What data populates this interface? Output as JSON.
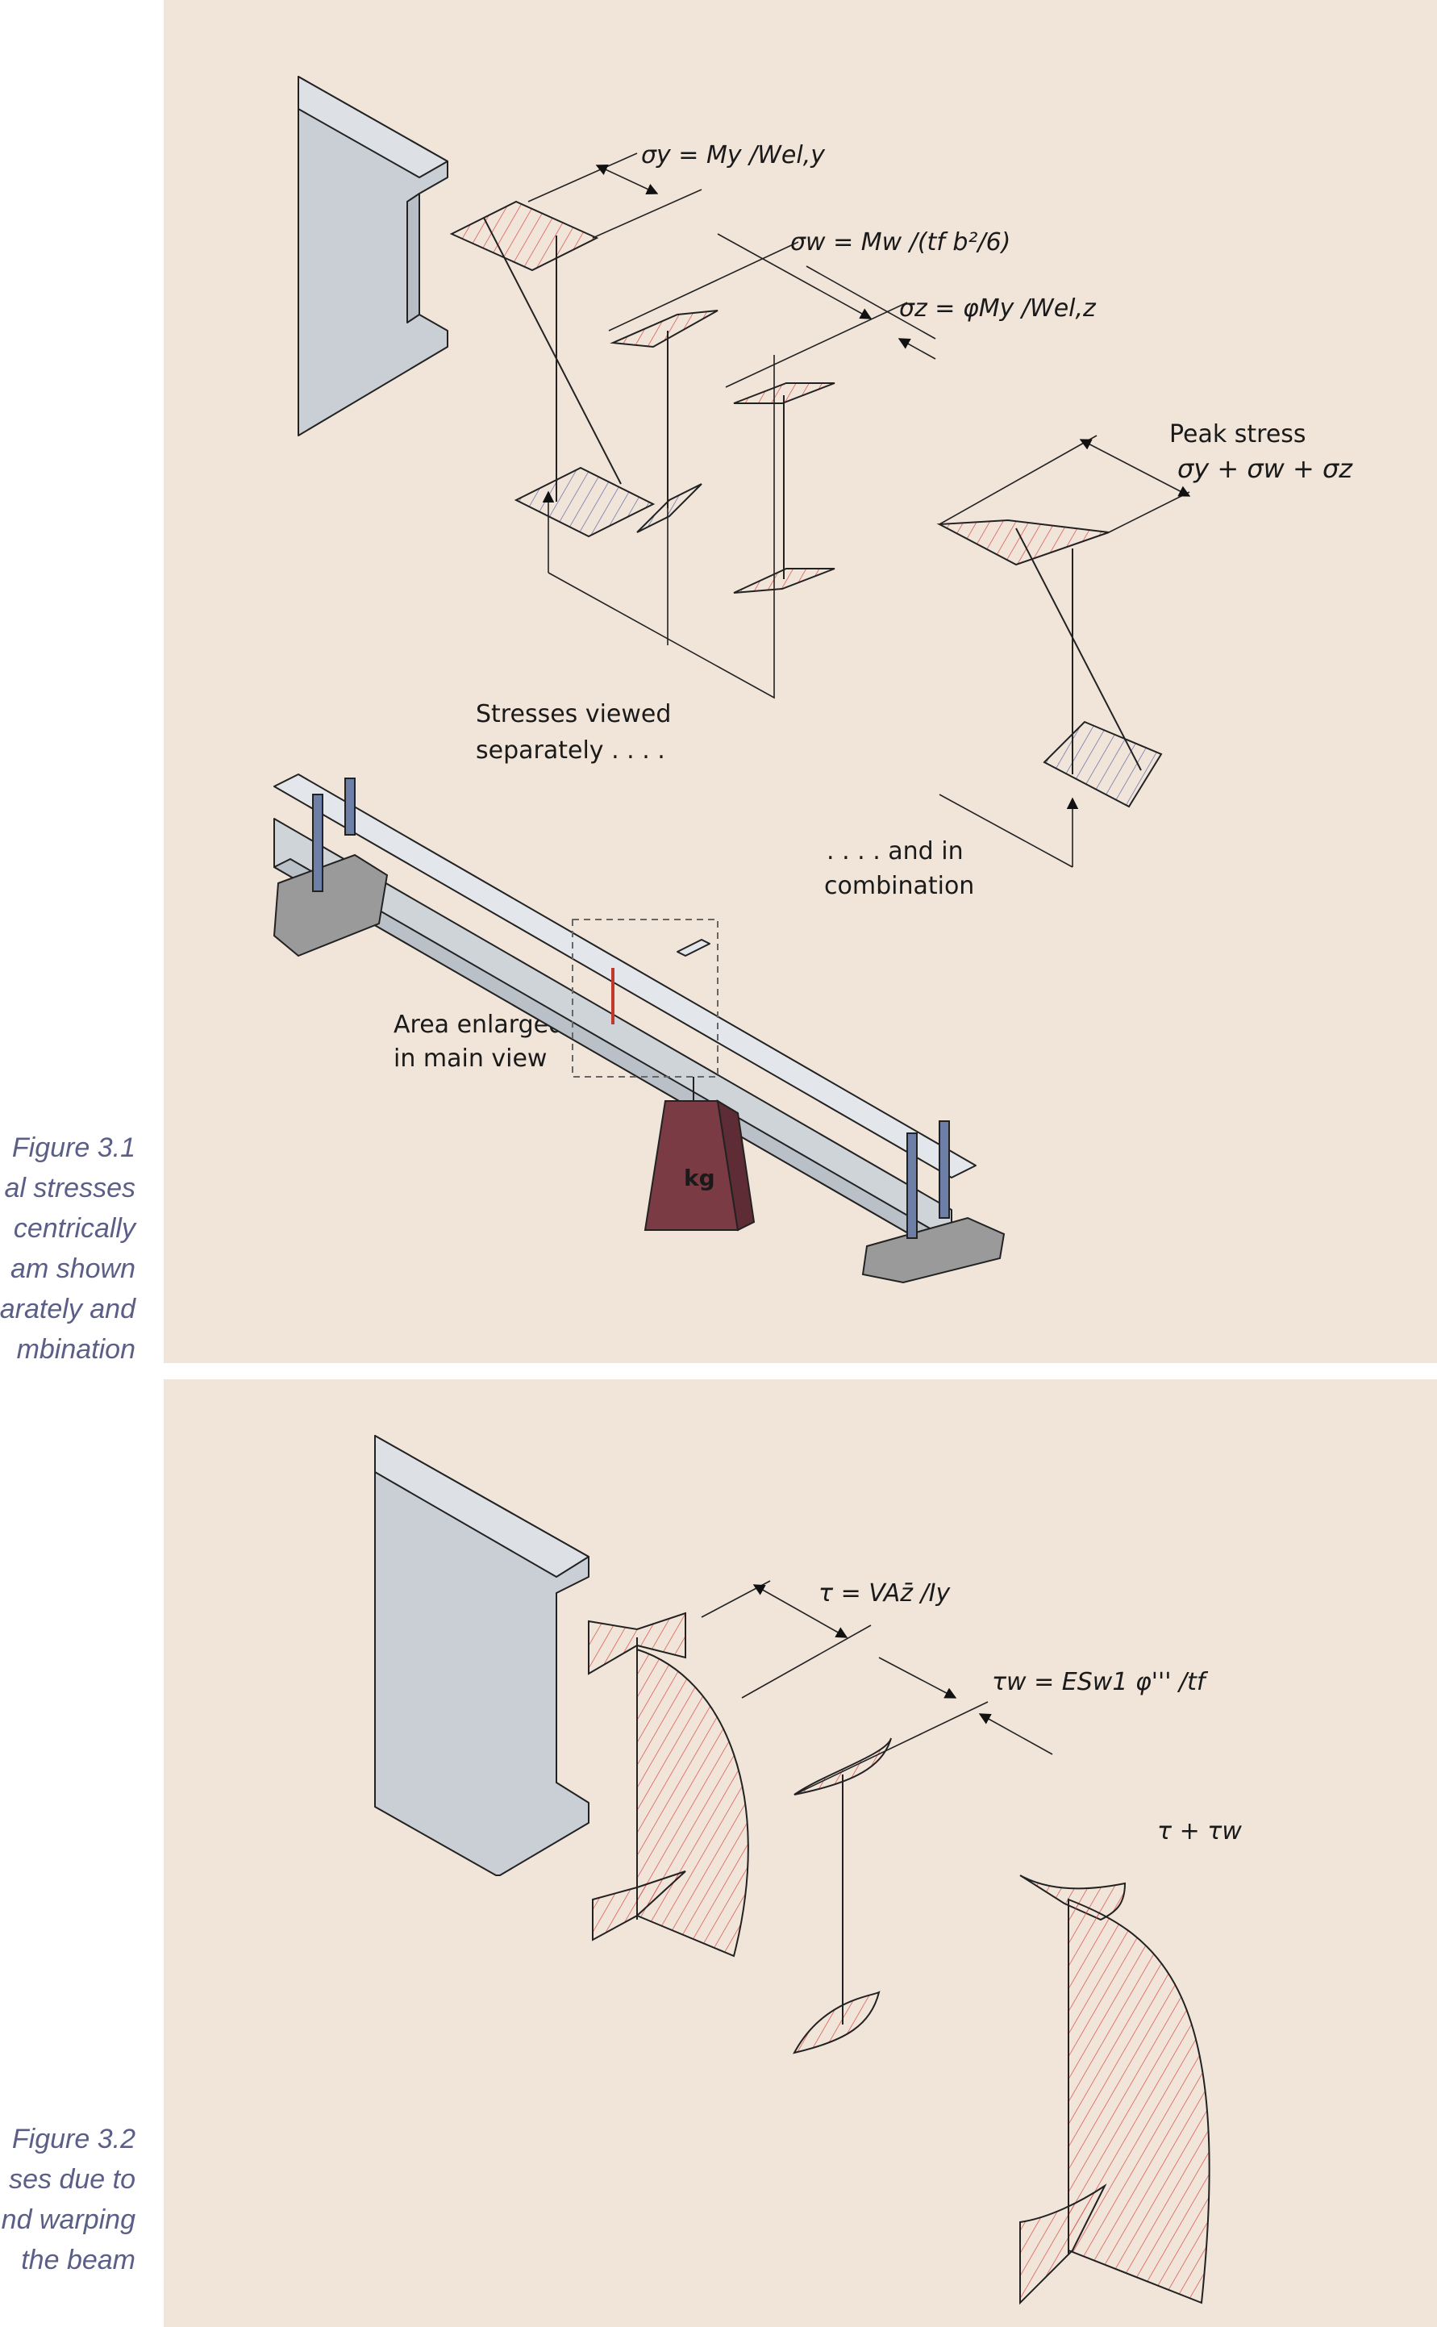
{
  "figure1": {
    "caption_number": "Figure 3.1",
    "caption_lines": [
      "al stresses",
      "centrically",
      "am shown",
      "arately and",
      "mbination"
    ],
    "eq_sigma_y": "σy = My /Wel,y",
    "eq_sigma_w": "σw = Mw /(tf b²/6)",
    "eq_sigma_z": "σz = φMy /Wel,z",
    "peak_label": "Peak stress",
    "peak_eq": "σy + σw + σz",
    "separately_line1": "Stresses viewed",
    "separately_line2": "separately . . . .",
    "combination_line1": ". . . . and in",
    "combination_line2": "combination",
    "area_line1": "Area enlarged",
    "area_line2": "in main view",
    "weight_label": "kg"
  },
  "figure2": {
    "caption_number": "Figure 3.2",
    "caption_lines": [
      "ses due to",
      "nd warping",
      "the beam"
    ],
    "eq_tau": "τ = VAz̄ /Iy",
    "eq_tau_w": "τw = ESw1 φ''' /tf",
    "eq_tau_sum": "τ + τw"
  },
  "colors": {
    "background": "#f1e5da",
    "caption": "#5b5e86",
    "steel": "#cfd4d9",
    "hatch_red": "#d9534f",
    "hatch_blue": "#6a6fae",
    "weight": "#7a3b45",
    "bolt": "#6d7fa6",
    "concrete": "#9a9a9a"
  }
}
